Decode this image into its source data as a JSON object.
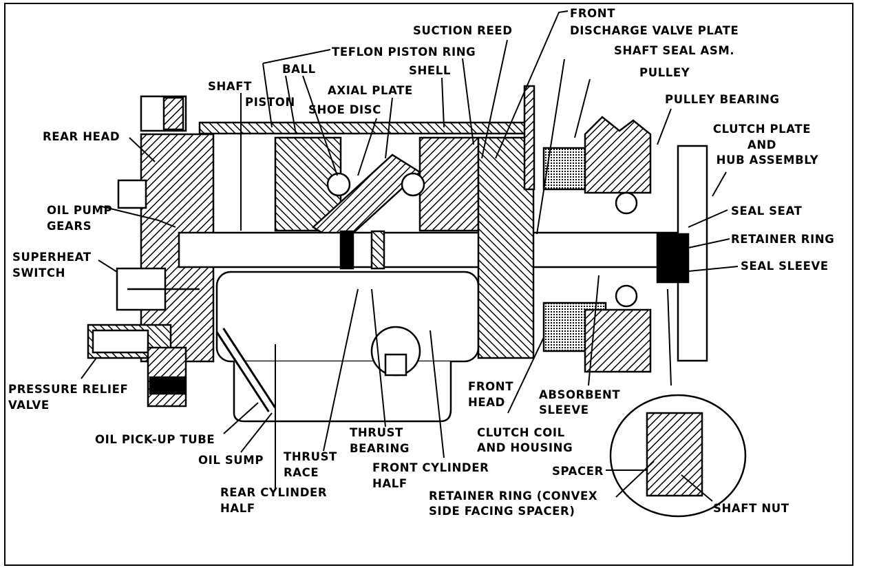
{
  "diagram": {
    "title": "Axial compressor cross-section",
    "labels": {
      "front_discharge": [
        "FRONT",
        "DISCHARGE VALVE PLATE"
      ],
      "suction_reed": "SUCTION REED",
      "teflon_piston_ring": "TEFLON PISTON RING",
      "shaft_seal_asm": "SHAFT SEAL ASM.",
      "ball": "BALL",
      "shell": "SHELL",
      "pulley": "PULLEY",
      "shaft": "SHAFT",
      "axial_plate": "AXIAL PLATE",
      "piston": "PISTON",
      "shoe_disc": "SHOE DISC",
      "pulley_bearing": "PULLEY BEARING",
      "rear_head": "REAR HEAD",
      "clutch_plate": [
        "CLUTCH PLATE",
        "AND",
        "HUB ASSEMBLY"
      ],
      "oil_pump_gears": [
        "OIL PUMP",
        "GEARS"
      ],
      "seal_seat": "SEAL SEAT",
      "retainer_ring": "RETAINER RING",
      "superheat_switch": [
        "SUPERHEAT",
        "SWITCH"
      ],
      "seal_sleeve": "SEAL SLEEVE",
      "pressure_relief_valve": [
        "PRESSURE RELIEF",
        "VALVE"
      ],
      "front_head": [
        "FRONT",
        "HEAD"
      ],
      "absorbent_sleeve": [
        "ABSORBENT",
        "SLEEVE"
      ],
      "thrust_bearing": [
        "THRUST",
        "BEARING"
      ],
      "oil_pickup_tube": "OIL PICK-UP TUBE",
      "clutch_coil": [
        "CLUTCH COIL",
        "AND HOUSING"
      ],
      "oil_sump": "OIL SUMP",
      "thrust_race": [
        "THRUST",
        "RACE"
      ],
      "front_cylinder_half": [
        "FRONT CYLINDER",
        "HALF"
      ],
      "spacer": "SPACER",
      "rear_cylinder_half": [
        "REAR CYLINDER",
        "HALF"
      ],
      "retainer_ring_convex": [
        "RETAINER RING (CONVEX",
        "SIDE FACING SPACER)"
      ],
      "shaft_nut": "SHAFT NUT"
    }
  }
}
